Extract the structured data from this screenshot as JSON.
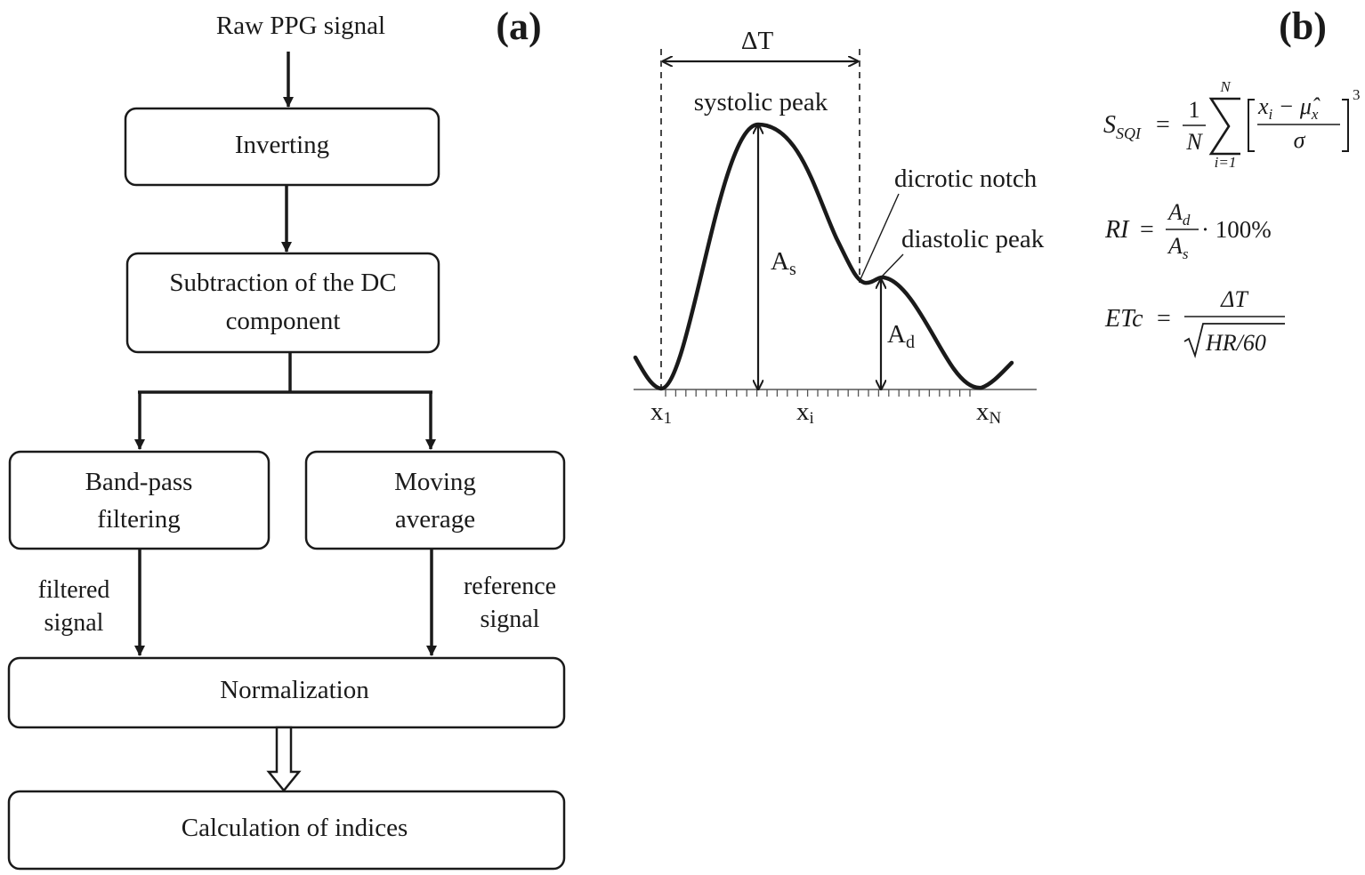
{
  "panel_a": {
    "label": "(a)",
    "input_label": "Raw PPG signal",
    "steps": {
      "inverting": "Inverting",
      "dc_line1": "Subtraction of the DC",
      "dc_line2": "component",
      "bandpass_line1": "Band-pass",
      "bandpass_line2": "filtering",
      "moving_line1": "Moving",
      "moving_line2": "average",
      "normalization": "Normalization",
      "calculation": "Calculation of indices"
    },
    "edges": {
      "filtered_line1": "filtered",
      "filtered_line2": "signal",
      "reference_line1": "reference",
      "reference_line2": "signal"
    }
  },
  "panel_b": {
    "label": "(b)",
    "waveform": {
      "delta_t": "ΔT",
      "systolic_peak": "systolic peak",
      "dicrotic_notch": "dicrotic notch",
      "diastolic_peak": "diastolic peak",
      "as_main": "A",
      "as_sub": "s",
      "ad_main": "A",
      "ad_sub": "d",
      "x1_main": "x",
      "x1_sub": "1",
      "xi_main": "x",
      "xi_sub": "i",
      "xn_main": "x",
      "xn_sub": "N"
    },
    "formulas": {
      "ssqi_lhs": "S",
      "ssqi_lhs_sub": "SQI",
      "eq": "=",
      "one": "1",
      "n": "N",
      "sum_top": "N",
      "sum_bottom": "i=1",
      "num_x": "x",
      "num_sub": "i",
      "num_minus": " − μ̂",
      "num_sub2": "x",
      "sigma": "σ",
      "power": "3",
      "ri_lhs": "RI",
      "ad_num": "A",
      "ad_num_sub": "d",
      "as_den": "A",
      "as_den_sub": "s",
      "ri_tail": "· 100%",
      "etc_lhs": "ETc",
      "delta_t": "ΔT",
      "hr": "HR/60"
    }
  }
}
